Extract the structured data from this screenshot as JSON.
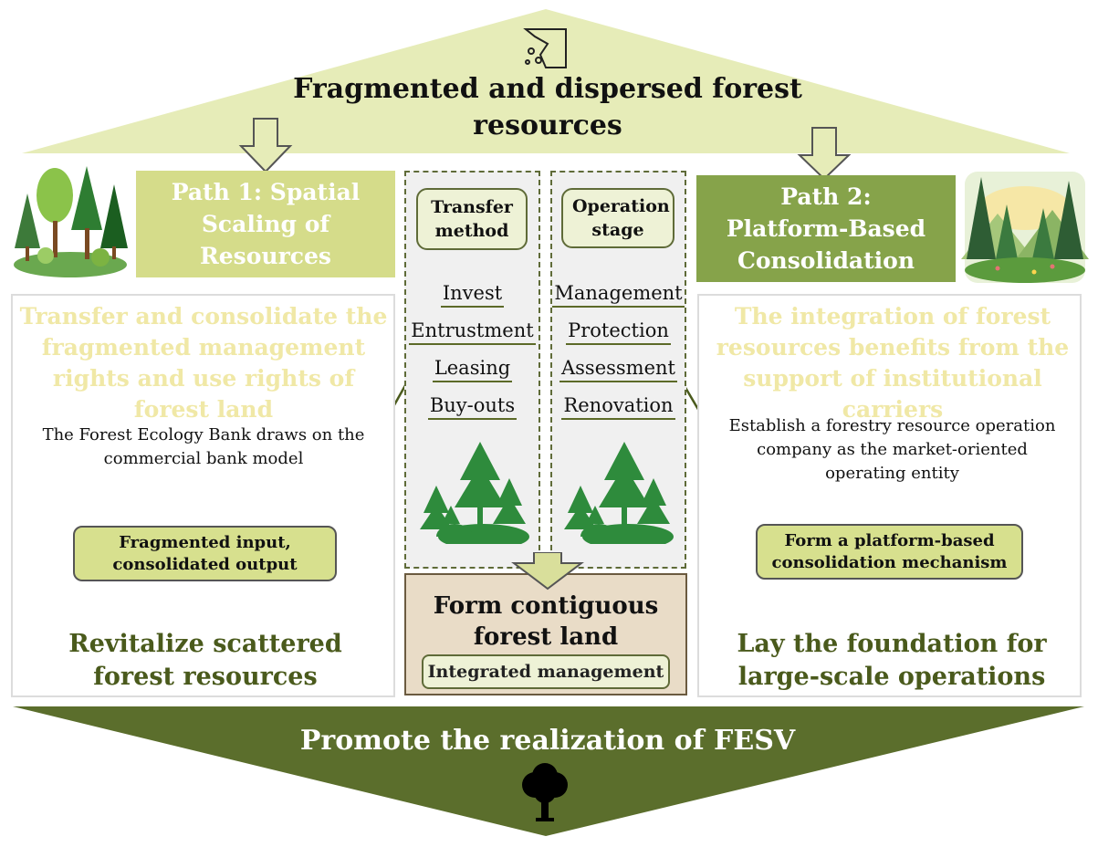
{
  "top": {
    "title": "Fragmented and dispersed forest resources"
  },
  "path1": {
    "title": "Path 1: Spatial Scaling of Resources",
    "heading": "Transfer and consolidate the fragmented management rights and use rights of forest land",
    "text": "The Forest Ecology Bank draws on the commercial bank model",
    "pill": "Fragmented input, consolidated output",
    "result": "Revitalize scattered forest resources"
  },
  "path2": {
    "title": "Path 2: Platform-Based Consolidation",
    "heading": "The integration of forest resources benefits from the support of institutional carriers",
    "text": "Establish a forestry resource operation company as the market-oriented operating entity",
    "pill": "Form a platform-based consolidation mechanism",
    "result": "Lay the foundation for large-scale operations"
  },
  "transfer": {
    "heading": "Transfer method",
    "items": [
      "Invest",
      "Entrustment",
      "Leasing",
      "Buy-outs"
    ]
  },
  "operation": {
    "heading": "Operation stage",
    "items": [
      "Management",
      "Protection",
      "Assessment",
      "Renovation"
    ]
  },
  "center": {
    "title": "Form contiguous forest land",
    "pill": "Integrated management"
  },
  "bottom": {
    "title": "Promote the realization of FESV"
  },
  "colors": {
    "light_green": "#e6ecb8",
    "path1_green": "#d5dc8a",
    "path2_green": "#86a34a",
    "dark_green": "#5b6e2c",
    "tree_green": "#2e8b3c"
  },
  "icons": [
    "fragmented-map-icon",
    "forest-illustration-icon",
    "tree-cluster-icon",
    "arrow-down-icon",
    "single-tree-icon"
  ]
}
